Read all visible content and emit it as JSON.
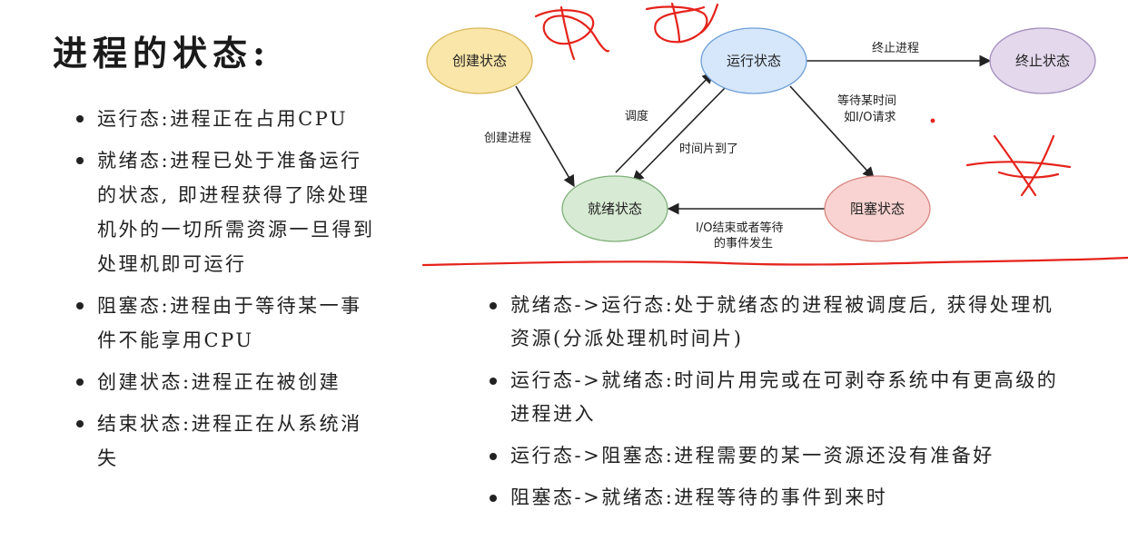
{
  "title": "进程的状态:",
  "left_bullets": [
    "运行态:进程正在占用CPU",
    "就绪态:进程已处于准备运行的状态, 即进程获得了除处理机外的一切所需资源一旦得到处理机即可运行",
    "阻塞态:进程由于等待某一事件不能享用CPU",
    "创建状态:进程正在被创建",
    "结束状态:进程正在从系统消失"
  ],
  "diagram": {
    "nodes": {
      "create": {
        "label": "创建状态",
        "color": "#f9e6a8",
        "stroke": "#d8b85a"
      },
      "run": {
        "label": "运行状态",
        "color": "#d6e7fb",
        "stroke": "#6f9fd8"
      },
      "terminate": {
        "label": "终止状态",
        "color": "#e3d8ec",
        "stroke": "#a48fbd"
      },
      "ready": {
        "label": "就绪状态",
        "color": "#d7ead3",
        "stroke": "#7fb07a"
      },
      "blocked": {
        "label": "阻塞状态",
        "color": "#f8d3d1",
        "stroke": "#d98580"
      }
    },
    "edges": {
      "create_process": "创建进程",
      "schedule": "调度",
      "time_slice": "时间片到了",
      "terminate_process": "终止进程",
      "wait_line1": "等待某时间",
      "wait_line2": "如I/O请求",
      "io_done_line1": "I/O结束或者等待",
      "io_done_line2": "的事件发生"
    }
  },
  "right_bullets": [
    "就绪态->运行态:处于就绪态的进程被调度后, 获得处理机资源(分派处理机时间片)",
    "运行态->就绪态:时间片用完或在可剥夺系统中有更高级的进程进入",
    "运行态->阻塞态:进程需要的某一资源还没有准备好",
    "阻塞态->就绪态:进程等待的事件到来时"
  ],
  "colors": {
    "annotation_red": "#e5231b",
    "text": "#222222"
  }
}
